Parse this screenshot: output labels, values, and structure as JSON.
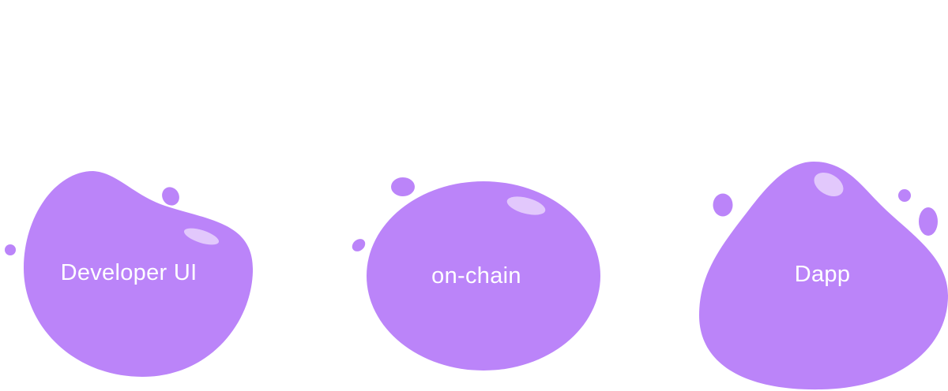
{
  "colors": {
    "blob": "#bb84f9",
    "highlight": "#e2c8fc",
    "label": "#ffffff",
    "background": "#ffffff"
  },
  "blobs": [
    {
      "label": "Developer UI"
    },
    {
      "label": "on-chain"
    },
    {
      "label": "Dapp"
    }
  ]
}
